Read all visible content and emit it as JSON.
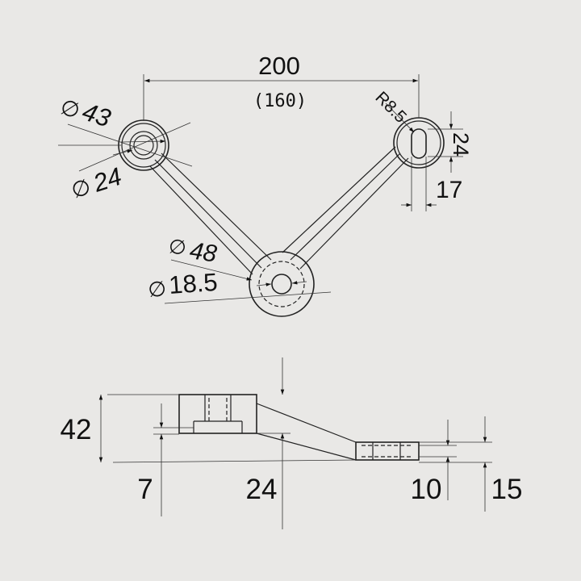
{
  "colors": {
    "background": "#e9e8e6",
    "line": "#222222"
  },
  "top_view": {
    "span": "200",
    "span_alt": "(160)",
    "slot_radius": "R8.5",
    "left_outer_dia": "43",
    "left_inner_dia": "24",
    "center_outer_dia": "48",
    "center_inner_dia": "18.5",
    "slot_height": "24",
    "slot_width": "17",
    "dia_symbol": "∅"
  },
  "side_view": {
    "height": "42",
    "offset_7": "7",
    "depth_24": "24",
    "end_10": "10",
    "end_15": "15"
  }
}
